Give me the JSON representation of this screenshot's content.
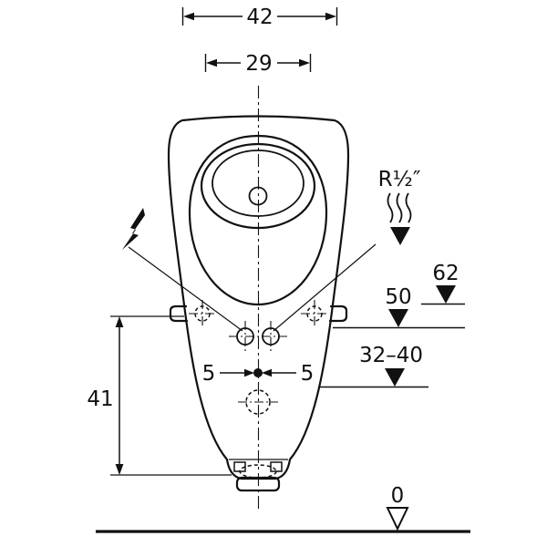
{
  "drawing": {
    "subject": "urinal front view installation drawing",
    "colors": {
      "ink": "#111111",
      "background": "#ffffff"
    },
    "labels": {
      "width_top": "42",
      "width_bowl": "29",
      "height_fixing": "41",
      "offset_left": "5",
      "offset_right": "5",
      "water_connection": "R½″",
      "level_top": "62",
      "level_mid": "50",
      "level_outlet_range": "32–40",
      "level_floor": "0"
    }
  }
}
